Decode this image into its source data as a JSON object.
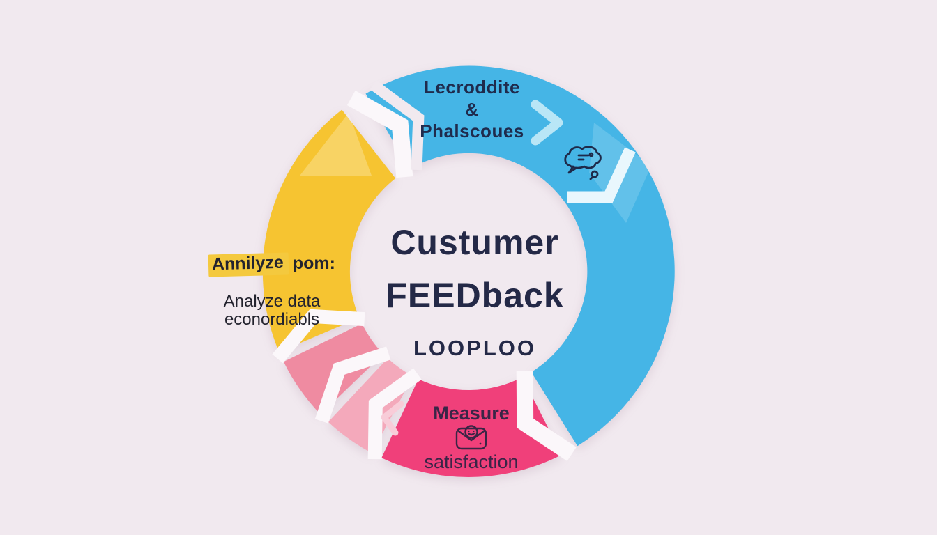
{
  "background": "#f1e9ef",
  "center": {
    "line1": "Custumer",
    "line2": "FEEDback",
    "line3": "LOOPLOO",
    "text_color": "#242947"
  },
  "steps": [
    {
      "name": "collect-feedback",
      "label": "Lecroddite\n&\nPhalscoues",
      "color": "#45b5e6",
      "text_color": "#1f2b4d",
      "icon": "chat-doodle-icon",
      "flow_icon": "chevron-right-icon"
    },
    {
      "name": "measure-satisfaction",
      "label_line1": "Measure",
      "label_line2": "satisfaction",
      "color": "#f0407a",
      "text_color": "#3a2547",
      "icon": "envelope-smiley-icon"
    },
    {
      "name": "analyze-data",
      "highlight_word": "Annilyze",
      "label_rest": "pom:",
      "line2": "Analyze data\neconordiabls",
      "color": "#f6c431",
      "highlight_color": "#f4c93e",
      "text_color": "#23232e"
    },
    {
      "name": "pink-segment-light",
      "color": "#f4a9bb",
      "flow_icon": "chevron-left-icon"
    },
    {
      "name": "pink-segment-medium",
      "color": "#ef8ba1"
    }
  ],
  "accents": {
    "gap_white": "#fbf7fa",
    "chevron_on_blue": "#b9e6f6",
    "chevron_big_white": "#e9f7fd",
    "chevron_on_pink": "#f8ccd8",
    "facet_white": "#ffffff",
    "icon_stroke_navy": "#1e2a4a",
    "icon_stroke_plum": "#3a2545"
  }
}
